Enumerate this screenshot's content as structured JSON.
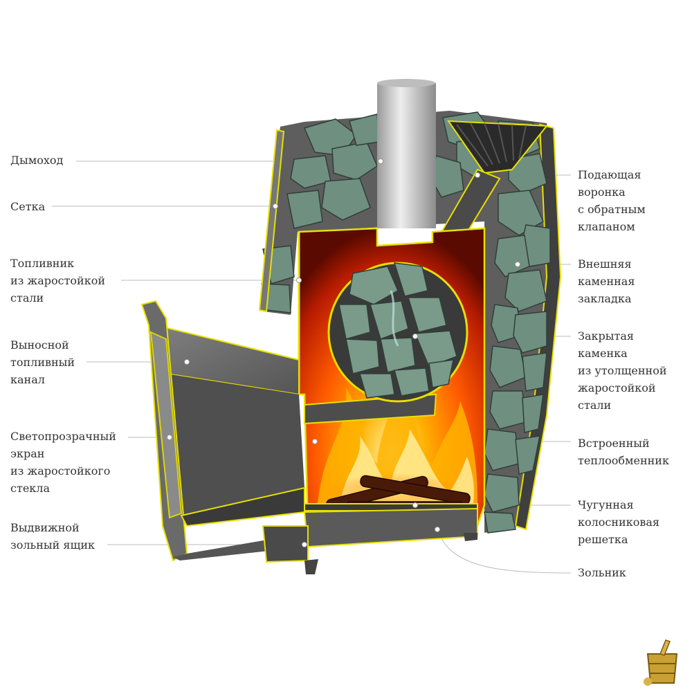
{
  "labels_left": [
    {
      "id": "chimney",
      "lines": [
        "Дымоход"
      ]
    },
    {
      "id": "mesh",
      "lines": [
        "Сетка"
      ]
    },
    {
      "id": "firebox",
      "lines": [
        "Топливник",
        "из жаростойкой",
        "стали"
      ]
    },
    {
      "id": "fuel-channel",
      "lines": [
        "Выносной",
        "топливный",
        "канал"
      ]
    },
    {
      "id": "glass-screen",
      "lines": [
        "Светопрозрачный",
        "экран",
        "из жаростойкого",
        "стекла"
      ]
    },
    {
      "id": "ash-drawer",
      "lines": [
        "Выдвижной",
        "зольный ящик"
      ]
    }
  ],
  "labels_right": [
    {
      "id": "funnel",
      "lines": [
        "Подающая",
        "воронка",
        "с обратным",
        "клапаном"
      ]
    },
    {
      "id": "outer-stones",
      "lines": [
        "Внешняя",
        "каменная",
        "закладка"
      ]
    },
    {
      "id": "closed-heater",
      "lines": [
        "Закрытая",
        "каменка",
        "из утолщенной",
        "жаростойкой",
        "стали"
      ]
    },
    {
      "id": "heat-exchanger",
      "lines": [
        "Встроенный",
        "теплообменник"
      ]
    },
    {
      "id": "grate",
      "lines": [
        "Чугунная",
        "колосниковая",
        "решетка"
      ]
    },
    {
      "id": "ash-pit",
      "lines": [
        "Зольник"
      ]
    }
  ],
  "colors": {
    "steel": "#6b6b6b",
    "steel_dark": "#4a4a4a",
    "outline": "#e8e000",
    "stone": "#6f8f80",
    "fire": "#ff6a00",
    "leader": "#bbbbbb"
  },
  "logo_icon": "sauna-bucket-icon"
}
